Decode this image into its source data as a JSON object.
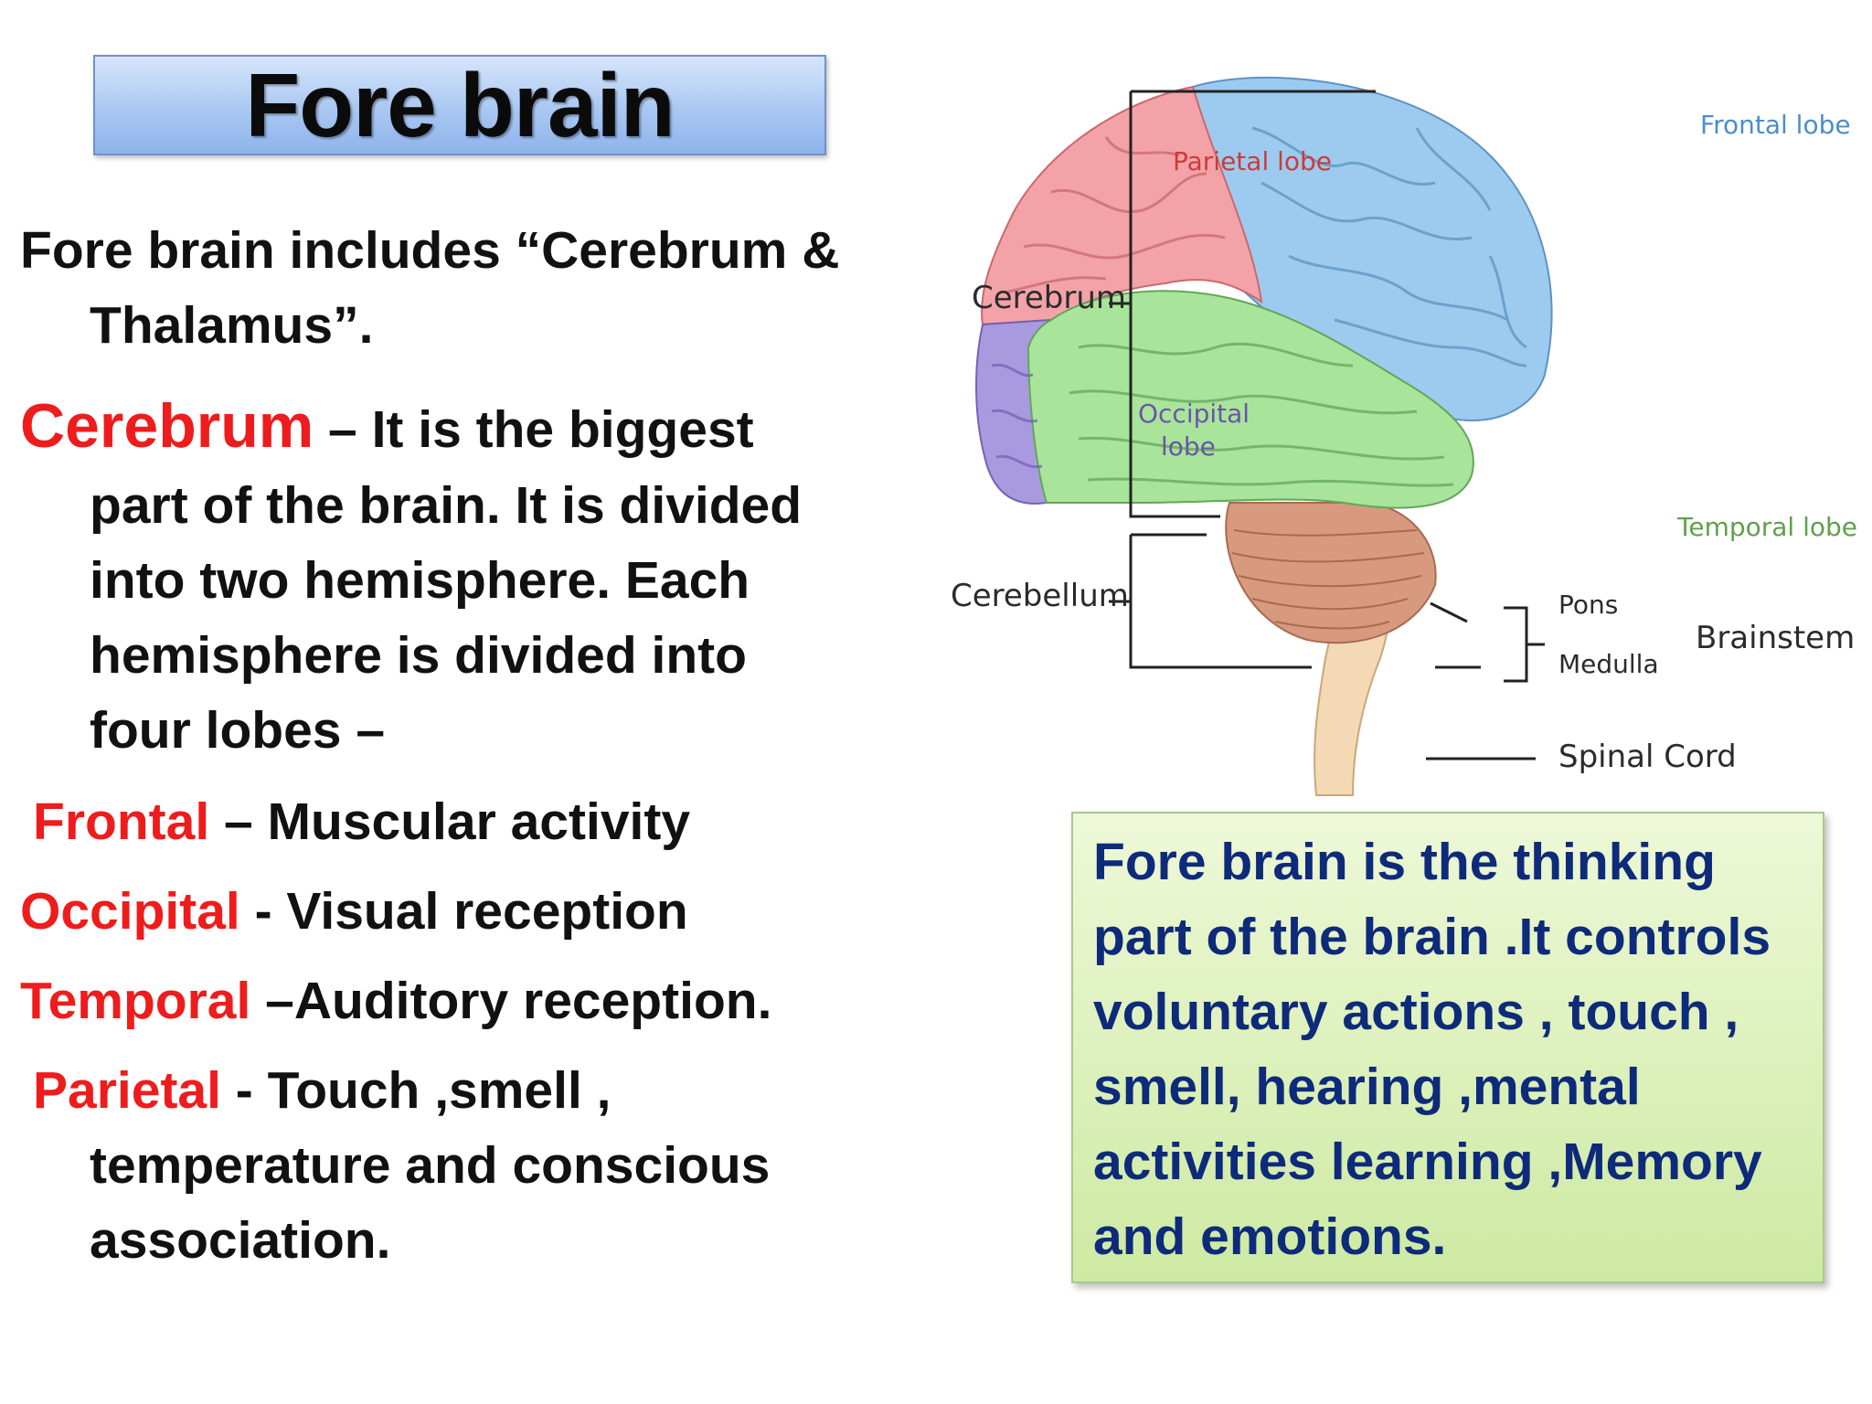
{
  "slide": {
    "title": "Fore brain",
    "intro_line1": "Fore brain includes “Cerebrum &",
    "intro_line2": "Thalamus”.",
    "cerebrum": {
      "term": "Cerebrum",
      "line1_rest": " – It is the biggest",
      "line2": "part of the brain. It is divided",
      "line3": "into two  hemisphere. Each",
      "line4": "hemisphere is divided into",
      "line5": "four lobes –"
    },
    "lobes": [
      {
        "term": "Frontal",
        "desc": " – Muscular activity"
      },
      {
        "term": "Occipital",
        "desc": "  - Visual reception"
      },
      {
        "term": "Temporal",
        "desc": " –Auditory reception."
      },
      {
        "term": "Parietal",
        "desc": "  - Touch ,smell ,"
      }
    ],
    "parietal_cont1": "temperature and conscious",
    "parietal_cont2": "association."
  },
  "callout": {
    "lines": [
      "Fore brain is the thinking",
      "part of the brain .It controls",
      "voluntary  actions , touch ,",
      "smell, hearing ,mental",
      "activities learning ,Memory",
      "and emotions."
    ]
  },
  "diagram": {
    "labels": {
      "parietal": "Parietal lobe",
      "frontal": "Frontal lobe",
      "cerebrum": "Cerebrum",
      "occipital_1": "Occipital",
      "occipital_2": "lobe",
      "temporal": "Temporal lobe",
      "cerebellum": "Cerebellum",
      "pons": "Pons",
      "medulla": "Medulla",
      "brainstem": "Brainstem",
      "spinal_cord": "Spinal Cord"
    },
    "colors": {
      "parietal": "#f3a3a8",
      "frontal": "#9ccbef",
      "occipital": "#a99ae0",
      "temporal": "#a8e49a",
      "cerebellum": "#d79a7f",
      "brainstem": "#f3d9b4"
    }
  }
}
